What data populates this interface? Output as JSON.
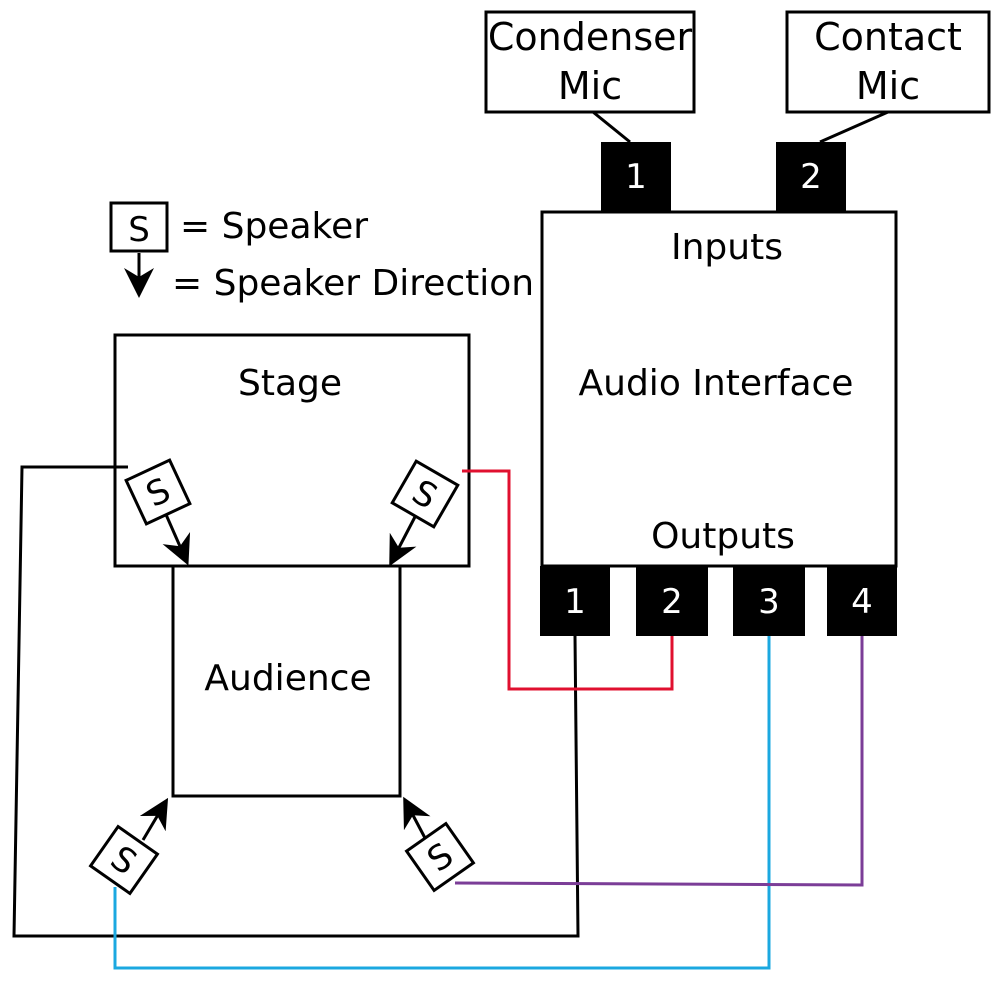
{
  "legend": {
    "speaker_symbol": "S",
    "speaker_label": "= Speaker",
    "direction_label": "= Speaker Direction"
  },
  "mics": [
    {
      "line1": "Condenser",
      "line2": "Mic"
    },
    {
      "line1": "Contact",
      "line2": "Mic"
    }
  ],
  "inputs": [
    "1",
    "2"
  ],
  "interface": {
    "inputs_label": "Inputs",
    "title": "Audio Interface",
    "outputs_label": "Outputs"
  },
  "outputs": [
    "1",
    "2",
    "3",
    "4"
  ],
  "stage": {
    "label": "Stage"
  },
  "audience": {
    "label": "Audience"
  },
  "speakers": [
    {
      "symbol": "S",
      "output": "1"
    },
    {
      "symbol": "S",
      "output": "2"
    },
    {
      "symbol": "S",
      "output": "3"
    },
    {
      "symbol": "S",
      "output": "4"
    }
  ],
  "colors": {
    "output_1": "#000000",
    "output_2": "#e0102f",
    "output_3": "#1ba8e0",
    "output_4": "#7b3d97"
  }
}
